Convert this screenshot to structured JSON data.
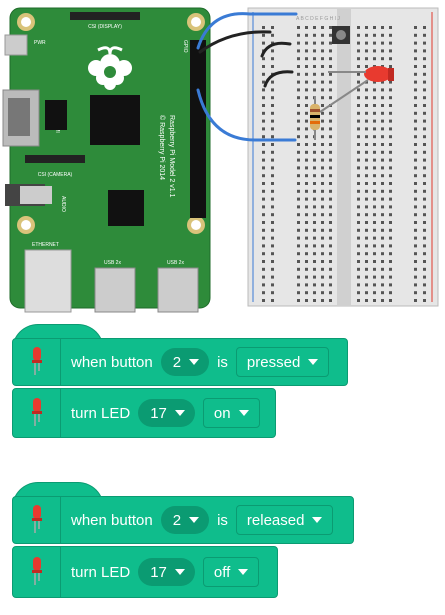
{
  "board": {
    "silk_model": "Raspberry Pi Model 2 v1.1",
    "silk_copyright": "© Raspberry Pi 2014",
    "csi_label": "CSI (DISPLAY)",
    "hdmi_label": "HDMI",
    "cam_label": "CSI (CAMERA)",
    "audio_label": "AUDIO",
    "ethernet_label": "ETHERNET",
    "usb1_label": "USB 2x",
    "usb2_label": "USB 2x",
    "gpio_label": "GPIO",
    "power_label": "PWR"
  },
  "breadboard": {
    "col_letters": "A B C D E  F G H I J"
  },
  "blocks": [
    {
      "type": "hat",
      "text": "when button",
      "pin": "2",
      "connector": "is",
      "state": "pressed"
    },
    {
      "type": "stack",
      "text": "turn LED",
      "pin": "17",
      "state": "on"
    },
    {
      "type": "hat",
      "text": "when button",
      "pin": "2",
      "connector": "is",
      "state": "released"
    },
    {
      "type": "stack",
      "text": "turn LED",
      "pin": "17",
      "state": "off"
    }
  ],
  "colors": {
    "block": "#0fbd8c",
    "block_dark": "#0b9b72",
    "pcb": "#2e8b3a",
    "wire_blue": "#3a7bd5",
    "led_red": "#e83a2f"
  }
}
